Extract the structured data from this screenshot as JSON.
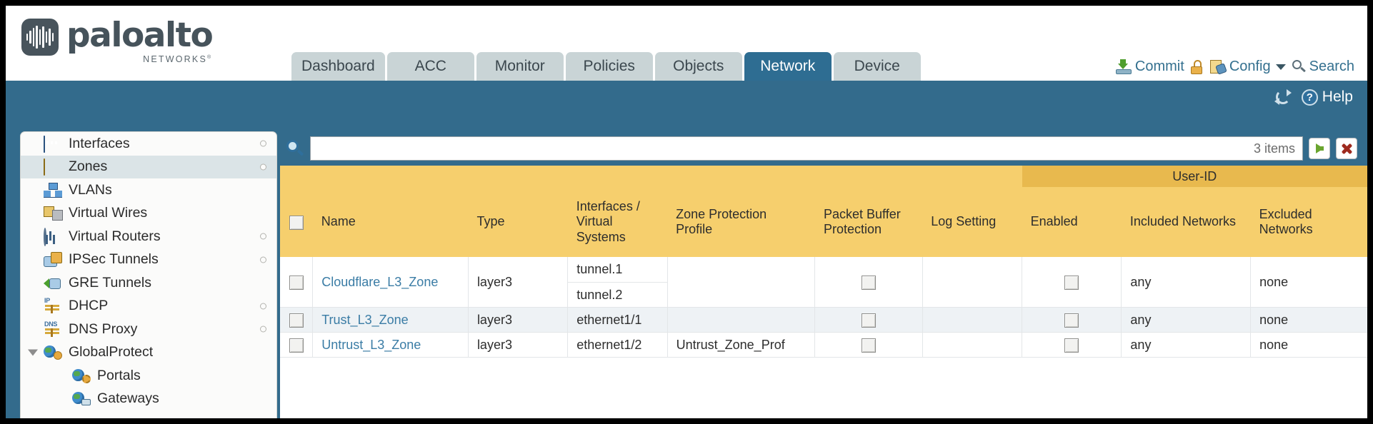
{
  "brand": {
    "name": "paloalto",
    "tagline": "NETWORKS",
    "registered": "®"
  },
  "nav": {
    "tabs": [
      {
        "label": "Dashboard",
        "active": false
      },
      {
        "label": "ACC",
        "active": false
      },
      {
        "label": "Monitor",
        "active": false
      },
      {
        "label": "Policies",
        "active": false
      },
      {
        "label": "Objects",
        "active": false
      },
      {
        "label": "Network",
        "active": true
      },
      {
        "label": "Device",
        "active": false
      }
    ]
  },
  "utilities": {
    "commit": "Commit",
    "lock_icon": "unlocked-padlock-icon",
    "config": "Config",
    "search": "Search"
  },
  "subbar": {
    "refresh_icon": "refresh-icon",
    "help": "Help",
    "help_icon": "question-circle-icon"
  },
  "sidebar": {
    "items": [
      {
        "label": "Interfaces",
        "icon": "interfaces-icon",
        "indent": 0,
        "selected": false,
        "dot": true,
        "triangle": false
      },
      {
        "label": "Zones",
        "icon": "zones-icon",
        "indent": 0,
        "selected": true,
        "dot": true,
        "triangle": false
      },
      {
        "label": "VLANs",
        "icon": "vlans-icon",
        "indent": 0,
        "selected": false,
        "dot": false,
        "triangle": false
      },
      {
        "label": "Virtual Wires",
        "icon": "virtual-wires-icon",
        "indent": 0,
        "selected": false,
        "dot": false,
        "triangle": false
      },
      {
        "label": "Virtual Routers",
        "icon": "virtual-routers-icon",
        "indent": 0,
        "selected": false,
        "dot": true,
        "triangle": false
      },
      {
        "label": "IPSec Tunnels",
        "icon": "ipsec-tunnels-icon",
        "indent": 0,
        "selected": false,
        "dot": true,
        "triangle": false
      },
      {
        "label": "GRE Tunnels",
        "icon": "gre-tunnels-icon",
        "indent": 0,
        "selected": false,
        "dot": false,
        "triangle": false
      },
      {
        "label": "DHCP",
        "icon": "dhcp-icon",
        "indent": 0,
        "selected": false,
        "dot": true,
        "triangle": false
      },
      {
        "label": "DNS Proxy",
        "icon": "dns-proxy-icon",
        "indent": 0,
        "selected": false,
        "dot": true,
        "triangle": false
      },
      {
        "label": "GlobalProtect",
        "icon": "globalprotect-icon",
        "indent": 0,
        "selected": false,
        "dot": false,
        "triangle": true
      },
      {
        "label": "Portals",
        "icon": "portals-icon",
        "indent": 1,
        "selected": false,
        "dot": false,
        "triangle": false
      },
      {
        "label": "Gateways",
        "icon": "gateways-icon",
        "indent": 1,
        "selected": false,
        "dot": false,
        "triangle": false
      }
    ]
  },
  "search_bar": {
    "icon": "search-icon",
    "value": "",
    "placeholder": "",
    "item_count": "3 items",
    "apply_icon": "green-arrow-icon",
    "clear_icon": "red-x-icon"
  },
  "table": {
    "group_header": {
      "label": "User-ID",
      "spans": 3
    },
    "columns": [
      "Name",
      "Type",
      "Interfaces / Virtual Systems",
      "Zone Protection Profile",
      "Packet Buffer Protection",
      "Log Setting",
      "Enabled",
      "Included Networks",
      "Excluded Networks"
    ],
    "rows": [
      {
        "name": "Cloudflare_L3_Zone",
        "type": "layer3",
        "interfaces": [
          "tunnel.1",
          "tunnel.2"
        ],
        "zone_protection_profile": "",
        "packet_buffer_protection": "unchecked",
        "log_setting": "",
        "enabled": "unchecked",
        "included_networks": "any",
        "excluded_networks": "none",
        "alt": false
      },
      {
        "name": "Trust_L3_Zone",
        "type": "layer3",
        "interfaces": [
          "ethernet1/1"
        ],
        "zone_protection_profile": "",
        "packet_buffer_protection": "unchecked",
        "log_setting": "",
        "enabled": "unchecked",
        "included_networks": "any",
        "excluded_networks": "none",
        "alt": true
      },
      {
        "name": "Untrust_L3_Zone",
        "type": "layer3",
        "interfaces": [
          "ethernet1/2"
        ],
        "zone_protection_profile": "Untrust_Zone_Prof",
        "packet_buffer_protection": "unchecked",
        "log_setting": "",
        "enabled": "unchecked",
        "included_networks": "any",
        "excluded_networks": "none",
        "alt": false
      }
    ]
  },
  "colors": {
    "page_blue": "#336b8c",
    "tab_active": "#2e6d92",
    "tab_inactive": "#c9d4d6",
    "header_amber": "#f6cf6d",
    "group_amber": "#e8b94e",
    "link_blue": "#3a7ca5",
    "row_alt": "#eef2f5"
  }
}
